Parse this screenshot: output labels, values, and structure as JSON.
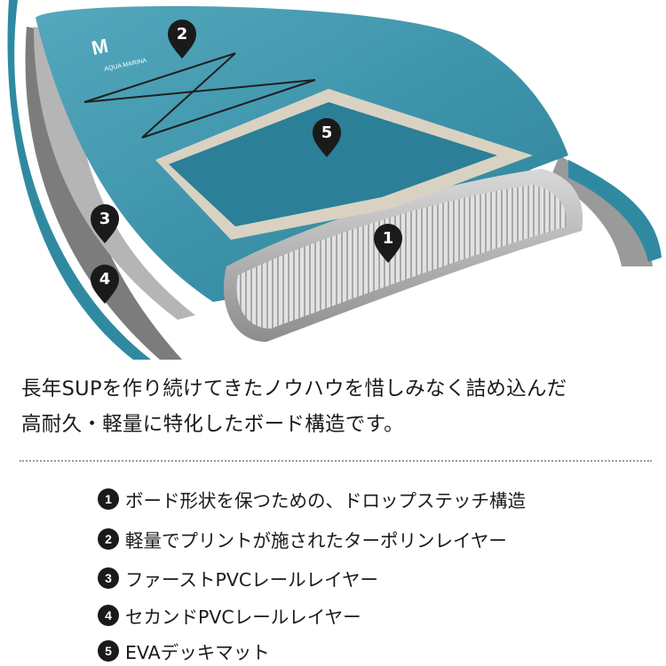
{
  "illustration": {
    "brand_text": "AQUA MARINA",
    "markers": [
      "1",
      "2",
      "3",
      "4",
      "5"
    ]
  },
  "headline": {
    "line1": "長年SUPを作り続けてきたノウハウを惜しみなく詰め込んだ",
    "line2": "高耐久・軽量に特化したボード構造です。"
  },
  "features": [
    {
      "num": "1",
      "text": "ボード形状を保つための、ドロップステッチ構造"
    },
    {
      "num": "2",
      "text": "軽量でプリントが施されたターポリンレイヤー"
    },
    {
      "num": "3",
      "text": "ファーストPVCレールレイヤー"
    },
    {
      "num": "4",
      "text": "セカンドPVCレールレイヤー"
    },
    {
      "num": "5",
      "text": "EVAデッキマット"
    }
  ],
  "colors": {
    "deck_teal": "#3e95ab",
    "pad_teal": "#2b7f96",
    "rail_teal": "#2f8aa1",
    "marker": "#1a1a1a"
  }
}
